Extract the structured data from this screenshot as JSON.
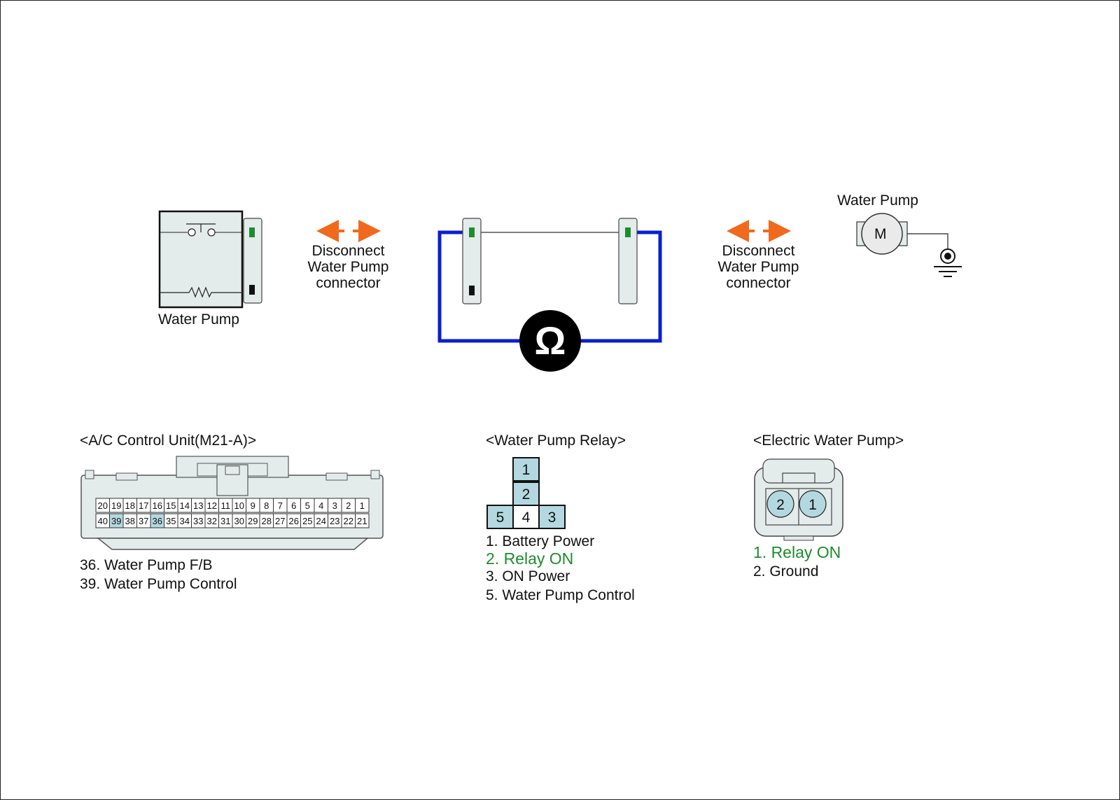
{
  "top": {
    "relay_caption": "Water Pump",
    "motor_caption": "Water Pump",
    "motor_symbol": "M",
    "left_note": [
      "Disconnect",
      "Water Pump",
      "connector"
    ],
    "right_note": [
      "Disconnect",
      "Water Pump",
      "connector"
    ],
    "ohm_symbol": "Ω"
  },
  "connectors": {
    "ac": {
      "title": "<A/C Control Unit(M21-A)>",
      "row_top": [
        "20",
        "19",
        "18",
        "17",
        "16",
        "15",
        "14",
        "13",
        "12",
        "11",
        "10",
        "9",
        "8",
        "7",
        "6",
        "5",
        "4",
        "3",
        "2",
        "1"
      ],
      "row_bottom": [
        "40",
        "39",
        "38",
        "37",
        "36",
        "35",
        "34",
        "33",
        "32",
        "31",
        "30",
        "29",
        "28",
        "27",
        "26",
        "25",
        "24",
        "23",
        "22",
        "21"
      ],
      "highlighted": [
        "39",
        "36"
      ],
      "pins": [
        "36. Water Pump F/B",
        "39. Water Pump Control"
      ]
    },
    "relay": {
      "title": "<Water Pump Relay>",
      "cells": [
        "1",
        "2",
        "5",
        "4",
        "3"
      ],
      "pins": [
        "1. Battery Power",
        "2. Relay ON",
        "3. ON Power",
        "5. Water Pump Control"
      ]
    },
    "pump": {
      "title": "<Electric Water Pump>",
      "cells": [
        "2",
        "1"
      ],
      "pins": [
        "1. Relay ON",
        "2. Ground"
      ]
    }
  },
  "colors": {
    "probe_wire": "#0a1ed2",
    "arrow": "#f06a1e",
    "highlight": "#b3d8e0",
    "green_text": "#1e8c2e",
    "terminal_green": "#1e8c2e"
  }
}
